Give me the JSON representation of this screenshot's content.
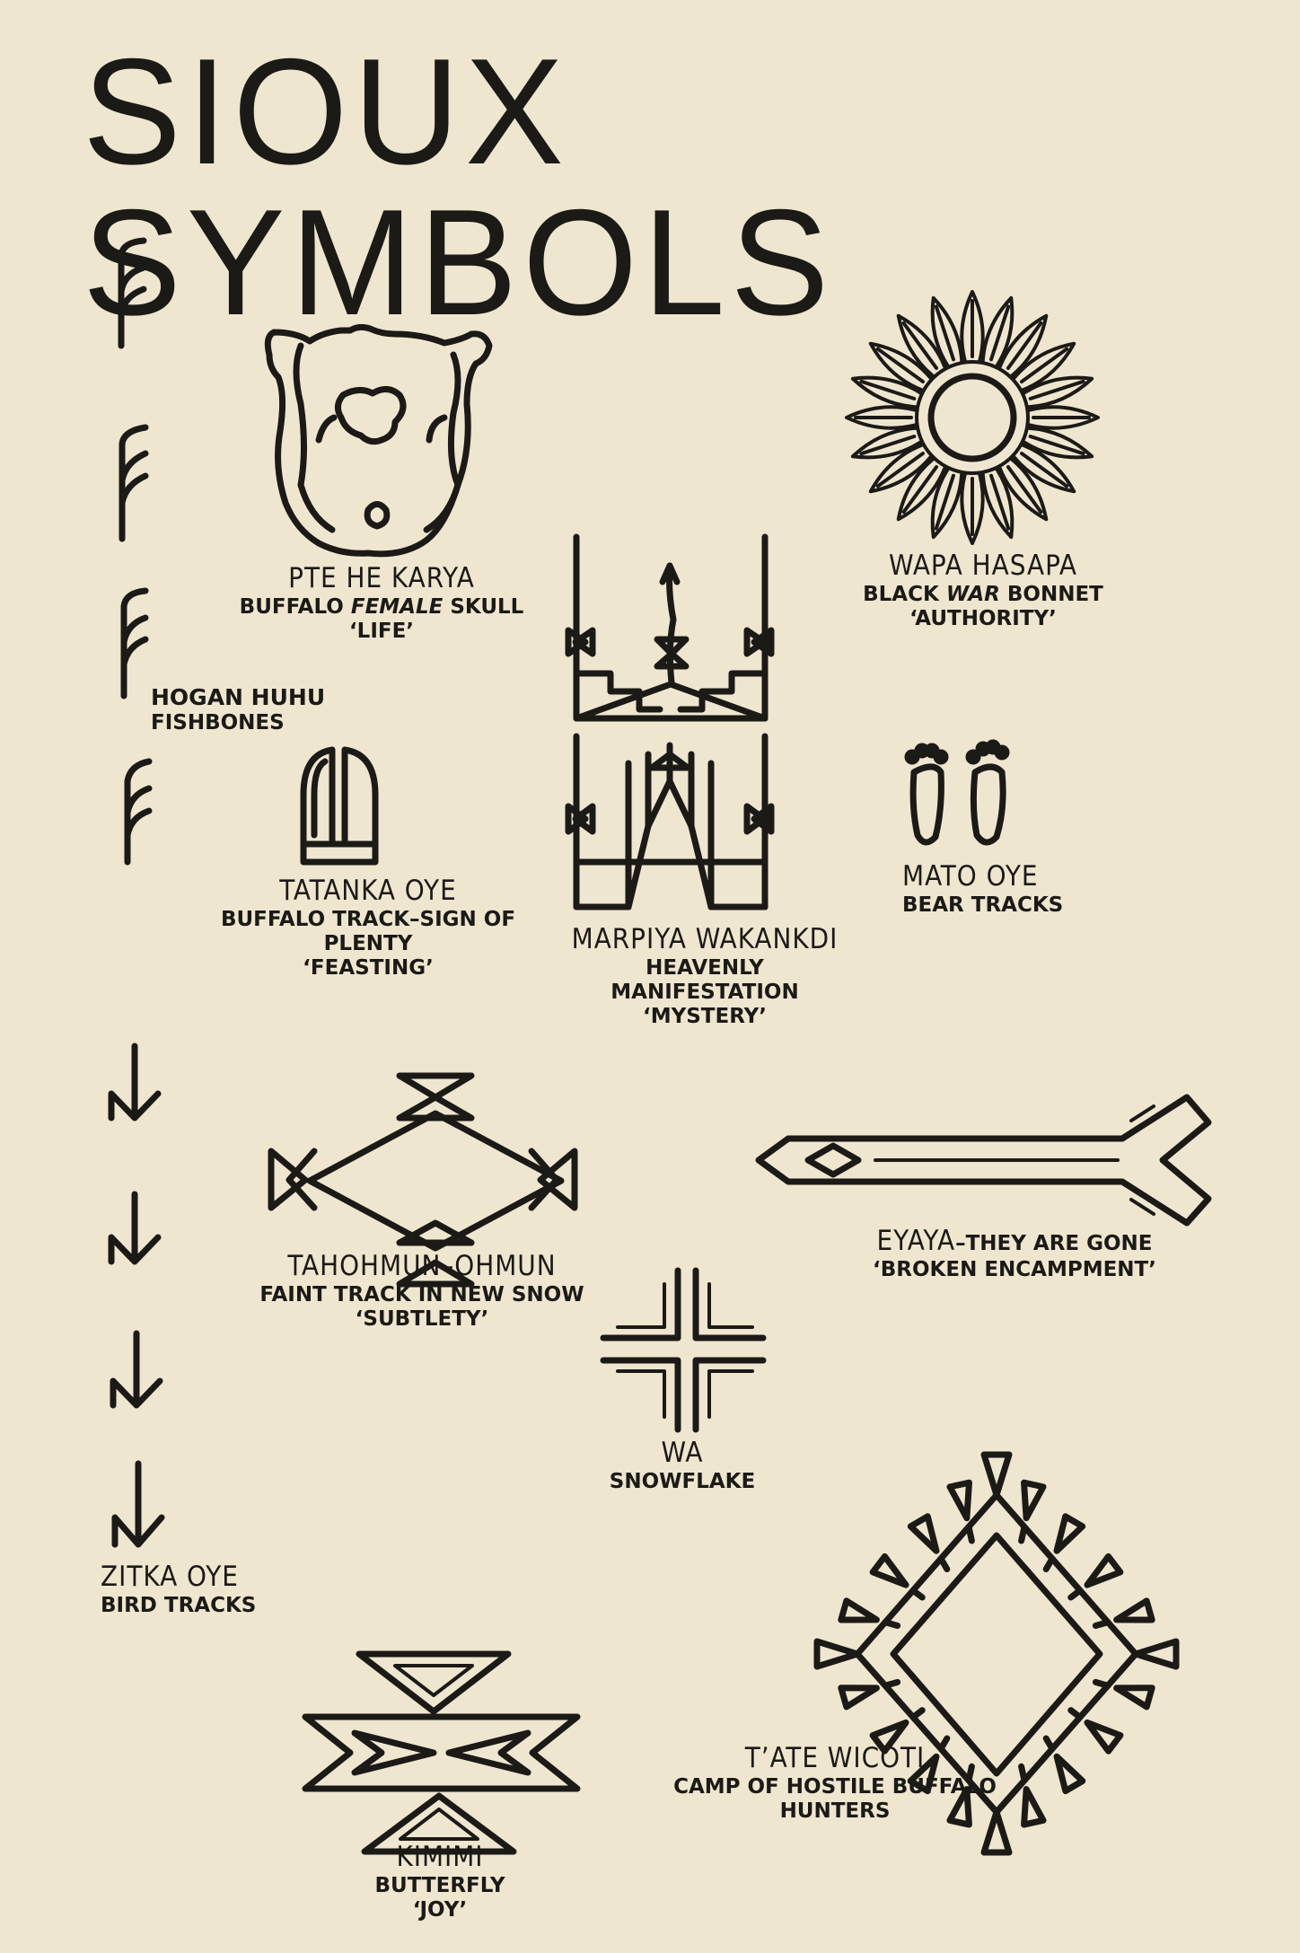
{
  "title": "SIOUX SYMBOLS",
  "symbols": {
    "pte_he_karya": {
      "name": "PTE HE KARYA",
      "meaning_pre": "BUFFALO ",
      "meaning_em": "FEMALE",
      "meaning_post": " SKULL",
      "concept": "‘LIFE’"
    },
    "wapa_hasapa": {
      "name": "WAPA HASAPA",
      "meaning_pre": "BLACK ",
      "meaning_em": "WAR",
      "meaning_post": " BONNET",
      "concept": "‘AUTHORITY’"
    },
    "hogan_huhu": {
      "name": "HOGAN HUHU",
      "meaning": "FISHBONES"
    },
    "tatanka_oye": {
      "name": "TATANKA OYE",
      "meaning": "BUFFALO TRACK–SIGN OF PLENTY",
      "concept": "‘FEASTING’"
    },
    "marpiya_wakankdi": {
      "name": "MARPIYA WAKANKDI",
      "meaning": "HEAVENLY MANIFESTATION",
      "concept": "‘MYSTERY’"
    },
    "mato_oye": {
      "name": "MATO OYE",
      "meaning": "BEAR TRACKS"
    },
    "tahohmun_ohmun": {
      "name": "TAHOHMUN–OHMUN",
      "meaning": "FAINT TRACK IN NEW SNOW",
      "concept": "‘SUBTLETY’"
    },
    "eyaya": {
      "name": "EYAYA",
      "meaning": "–THEY ARE GONE",
      "concept": "‘BROKEN ENCAMPMENT’"
    },
    "wa": {
      "name": "WA",
      "meaning": "SNOWFLAKE"
    },
    "zitka_oye": {
      "name": "ZITKA OYE",
      "meaning": "BIRD TRACKS"
    },
    "tate_wicoti": {
      "name": "T’ATE WICOTI",
      "meaning_line1": "CAMP OF HOSTILE BUFFALO",
      "meaning_line2": "HUNTERS"
    },
    "kimimi": {
      "name": "KIMIMI",
      "meaning": "BUTTERFLY",
      "concept": "‘JOY’"
    }
  }
}
